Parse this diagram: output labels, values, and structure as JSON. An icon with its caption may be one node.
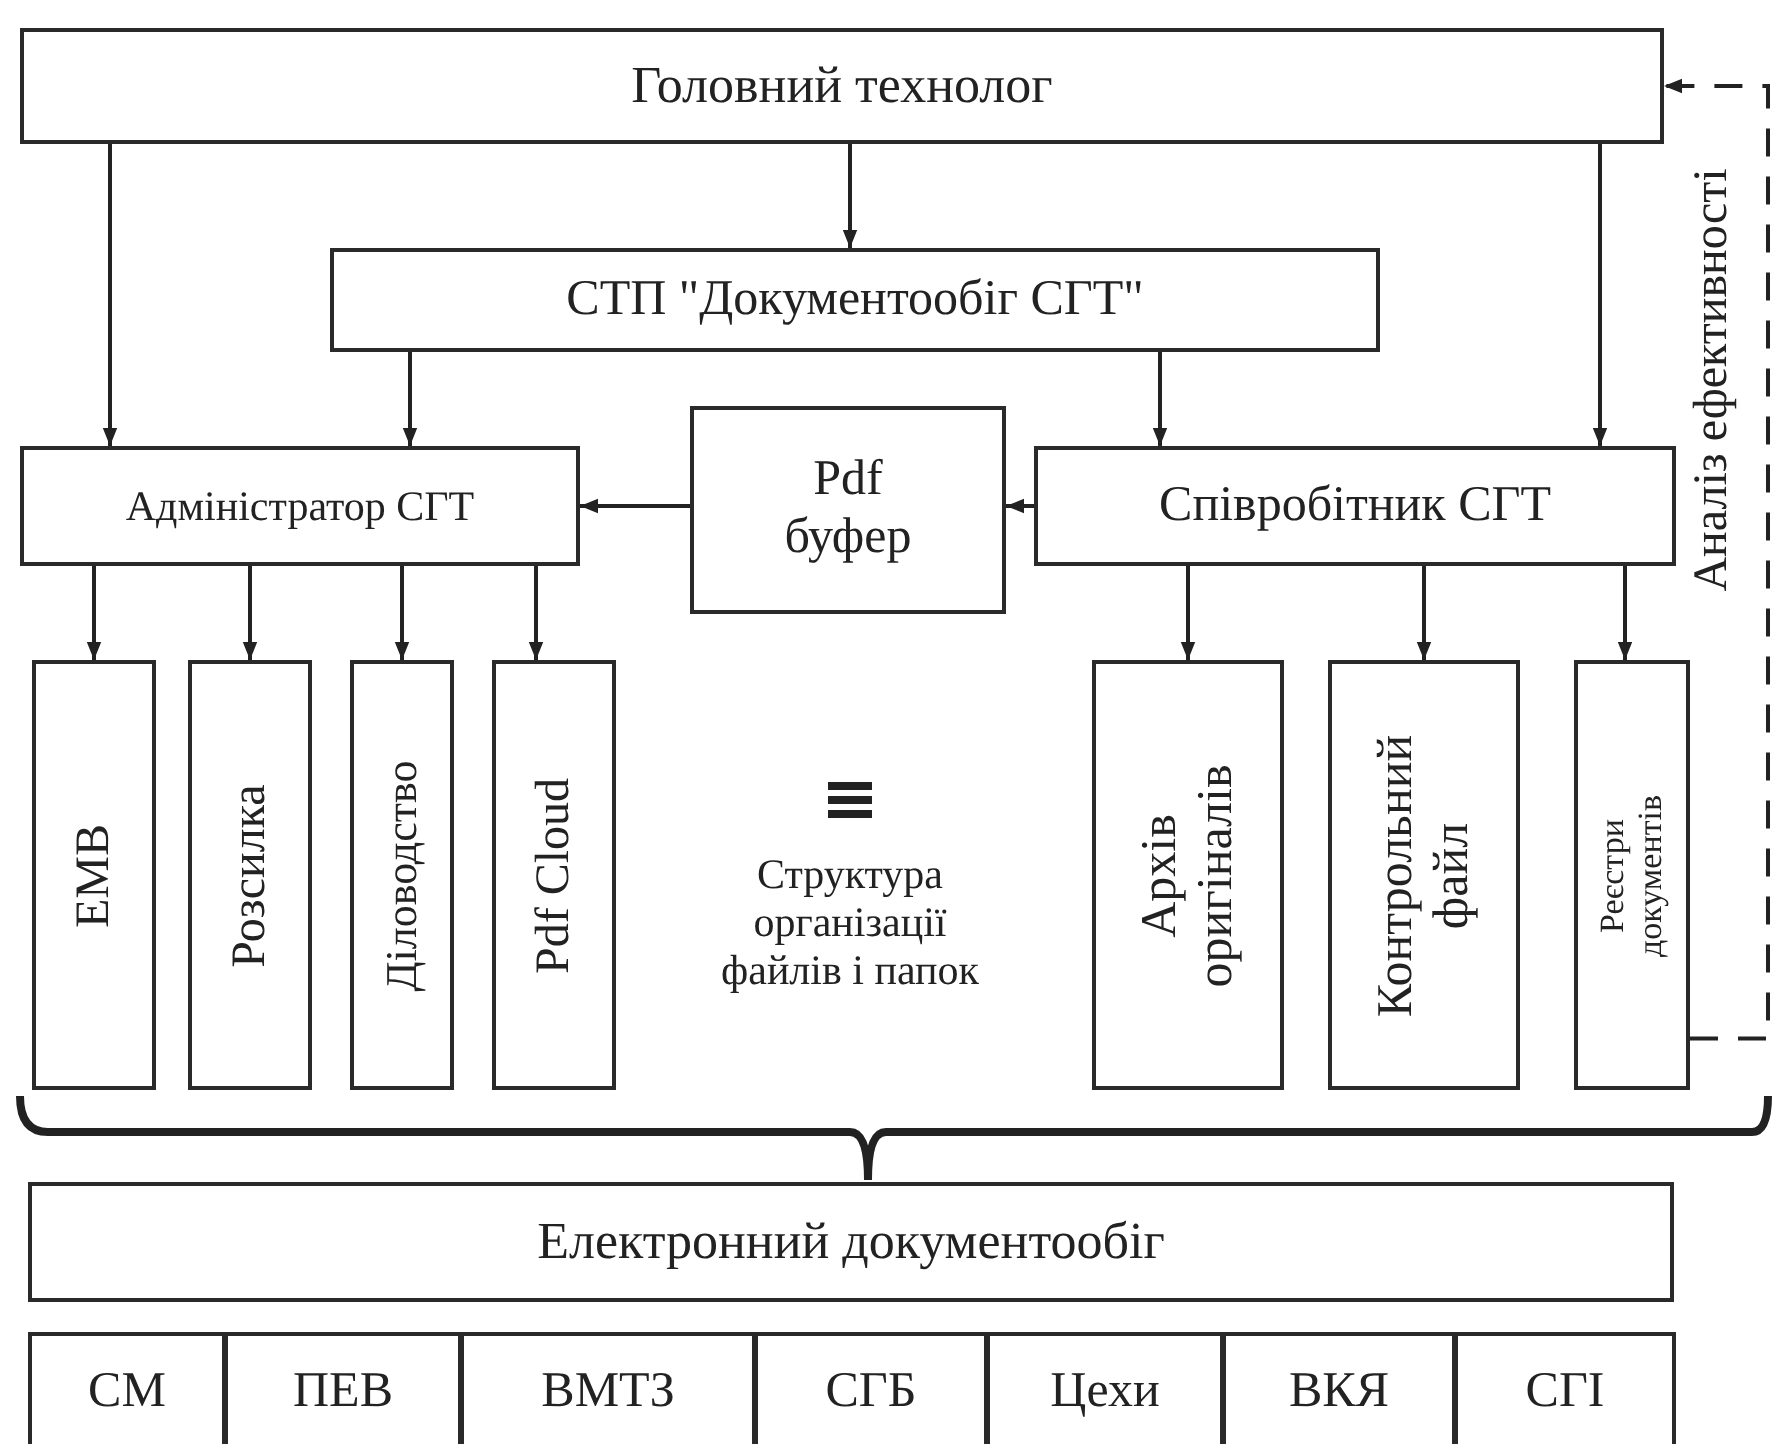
{
  "diagram": {
    "nodes": [
      {
        "text": [
          "Головний технолог"
        ]
      },
      {
        "text": [
          "СТП \"Документообіг СГТ\""
        ]
      },
      {
        "text": [
          "Адміністратор СГТ"
        ]
      },
      {
        "text": [
          "Pdf буфер"
        ]
      },
      {
        "text": [
          "Співробітник СГТ"
        ]
      },
      {
        "text": [
          "ЕМВ"
        ]
      },
      {
        "text": [
          "Розсилка"
        ]
      },
      {
        "text": [
          "Діловодство"
        ]
      },
      {
        "text": [
          "Pdf Cloud"
        ]
      },
      {
        "text": [
          "Архів оригіналів"
        ]
      },
      {
        "text": [
          "Контрольний файл"
        ]
      },
      {
        "text": [
          "Реєстри документів"
        ]
      },
      {
        "text": [
          "Електронний документообіг"
        ]
      },
      {
        "text": [
          "СМ"
        ]
      },
      {
        "text": [
          "ПЕВ"
        ]
      },
      {
        "text": [
          "ВМТЗ"
        ]
      },
      {
        "text": [
          "СГБ"
        ]
      },
      {
        "text": [
          "Цехи"
        ]
      },
      {
        "text": [
          "ВКЯ"
        ]
      },
      {
        "text": [
          "СГІ"
        ]
      }
    ],
    "edges": [
      {
        "from": 0,
        "to": 2,
        "arrow": "to"
      },
      {
        "from": 0,
        "to": 1,
        "arrow": "to"
      },
      {
        "from": 0,
        "to": 4,
        "arrow": "to"
      },
      {
        "from": 1,
        "to": 2,
        "arrow": "to"
      },
      {
        "from": 1,
        "to": 4,
        "arrow": "to"
      },
      {
        "from": 4,
        "to": 3,
        "arrow": "to"
      },
      {
        "from": 3,
        "to": 2,
        "arrow": "to"
      },
      {
        "from": 2,
        "to": 5,
        "arrow": "to"
      },
      {
        "from": 2,
        "to": 6,
        "arrow": "to"
      },
      {
        "from": 2,
        "to": 7,
        "arrow": "to"
      },
      {
        "from": 2,
        "to": 8,
        "arrow": "to"
      },
      {
        "from": 4,
        "to": 9,
        "arrow": "to"
      },
      {
        "from": 4,
        "to": 10,
        "arrow": "to"
      },
      {
        "from": 4,
        "to": 11,
        "arrow": "to"
      },
      {
        "from": 11,
        "to": 0,
        "arrow": "to",
        "label": "Аналіз ефективності",
        "style": "dashed"
      }
    ],
    "labels": [
      "Структура організації файлів і папок"
    ]
  }
}
